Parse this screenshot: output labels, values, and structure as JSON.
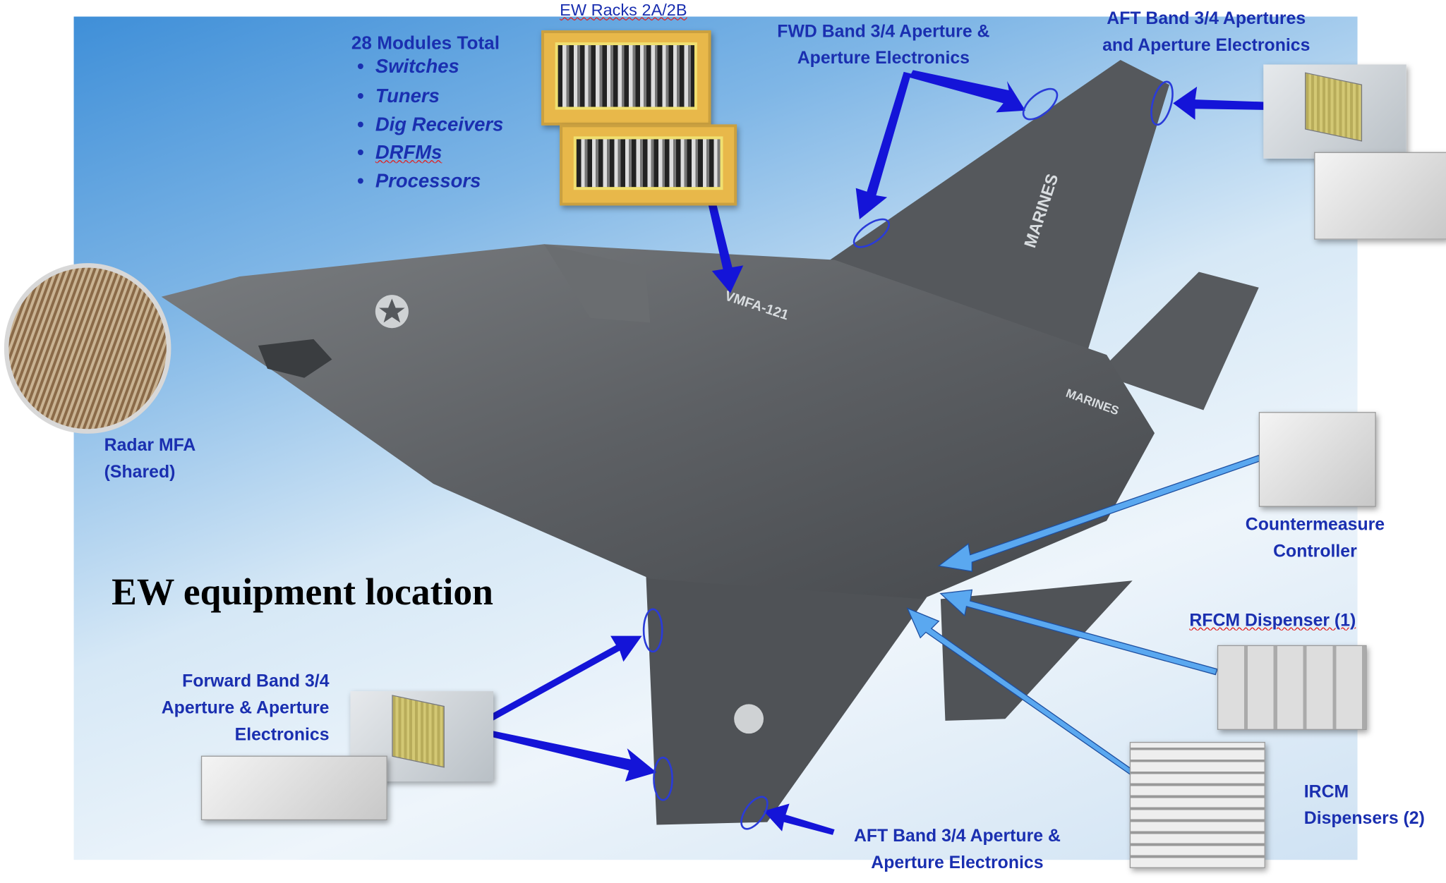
{
  "title": "EW equipment location",
  "racks": {
    "label": "EW Racks 2A/2B",
    "modules_heading": "28 Modules Total",
    "modules": [
      "Switches",
      "Tuners",
      "Dig Receivers",
      "DRFMs",
      "Processors"
    ]
  },
  "fwd_band_top": {
    "line1": "FWD Band 3/4 Aperture &",
    "line2": "Aperture Electronics"
  },
  "aft_band_top": {
    "line1": "AFT Band 3/4 Apertures",
    "line2": "and Aperture Electronics"
  },
  "radar": {
    "line1": "Radar MFA",
    "line2": "(Shared)"
  },
  "countermeasure": {
    "line1": "Countermeasure",
    "line2": "Controller"
  },
  "rfcm": {
    "label": "RFCM Dispenser (1)"
  },
  "ircm": {
    "line1": "IRCM",
    "line2": "Dispensers (2)"
  },
  "forward_band_bottom": {
    "line1": "Forward Band 3/4",
    "line2": "Aperture & Aperture",
    "line3": "Electronics"
  },
  "aft_band_bottom": {
    "line1": "AFT Band 3/4 Aperture &",
    "line2": "Aperture Electronics"
  },
  "aircraft_markings": {
    "wing": "MARINES",
    "fuselage": "VMFA-121",
    "tail": "MARINES"
  },
  "colors": {
    "label_blue": "#1a2fb0",
    "arrow_dark": "#1414d8",
    "arrow_light": "#5aa8f0",
    "aircraft": "#5d6064"
  }
}
